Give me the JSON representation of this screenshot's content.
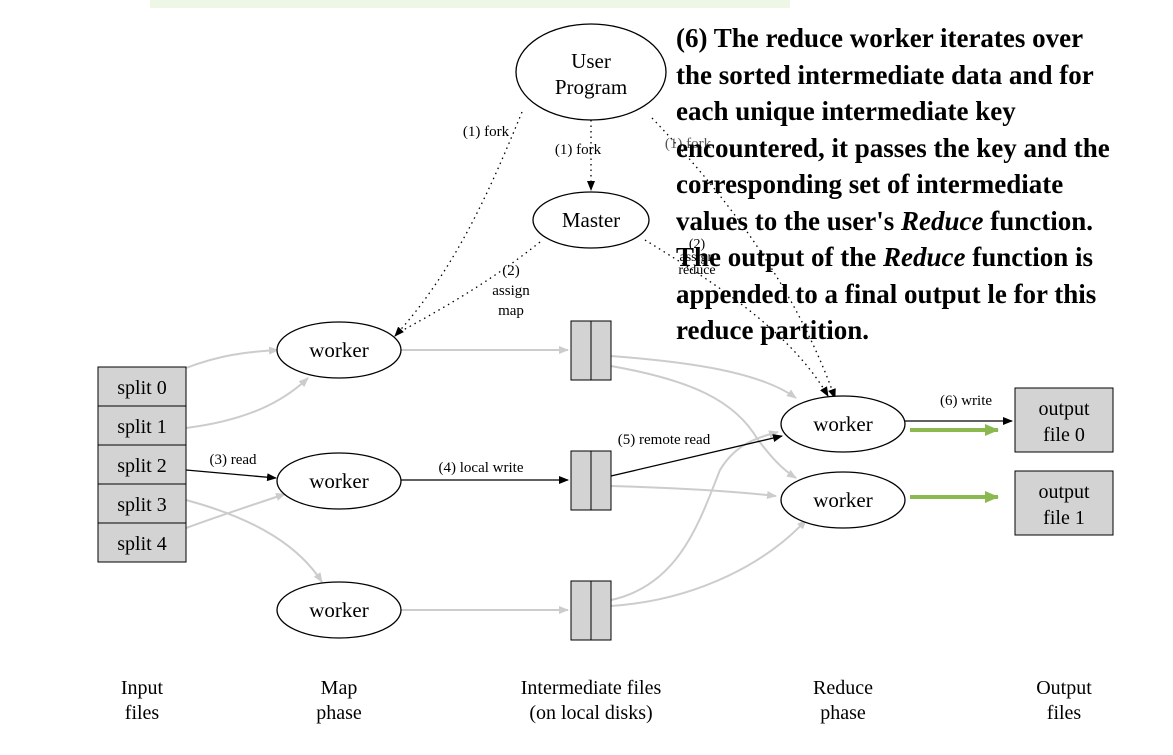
{
  "nodes": {
    "user_program": "User\nProgram",
    "master": "Master",
    "map_worker_1": "worker",
    "map_worker_2": "worker",
    "map_worker_3": "worker",
    "reduce_worker_1": "worker",
    "reduce_worker_2": "worker"
  },
  "splits": [
    "split 0",
    "split 1",
    "split 2",
    "split 3",
    "split 4"
  ],
  "outputs": [
    "output\nfile 0",
    "output\nfile 1"
  ],
  "edge_labels": {
    "fork_left": "(1) fork",
    "fork_center": "(1) fork",
    "fork_right": "(1) fork",
    "assign_map": "(2)\nassign\nmap",
    "assign_reduce": "(2)\nassign\nreduce",
    "read": "(3) read",
    "local_write": "(4) local write",
    "remote_read": "(5) remote read",
    "write": "(6) write"
  },
  "phases": [
    "Input\nfiles",
    "Map\nphase",
    "Intermediate files\n(on local disks)",
    "Reduce\nphase",
    "Output\nfiles"
  ],
  "annotation": {
    "lines": [
      [
        {
          "t": "(6) The reduce worker iterates over"
        }
      ],
      [
        {
          "t": "the sorted intermediate data and for"
        }
      ],
      [
        {
          "t": "each unique intermediate key"
        }
      ],
      [
        {
          "t": "encountered, it passes the key and the"
        }
      ],
      [
        {
          "t": "corresponding set of intermediate"
        }
      ],
      [
        {
          "t": "values to the user's "
        },
        {
          "t": "Reduce",
          "i": true
        },
        {
          "t": " function."
        }
      ],
      [
        {
          "t": "The output of the "
        },
        {
          "t": "Reduce",
          "i": true
        },
        {
          "t": " function is"
        }
      ],
      [
        {
          "t": "appended to a final output le for this"
        }
      ],
      [
        {
          "t": "reduce partition."
        }
      ]
    ]
  },
  "colors": {
    "gray_line": "#cccccc",
    "box_fill": "#d3d3d3",
    "green_arrow": "#8cb850",
    "text": "#000000"
  }
}
